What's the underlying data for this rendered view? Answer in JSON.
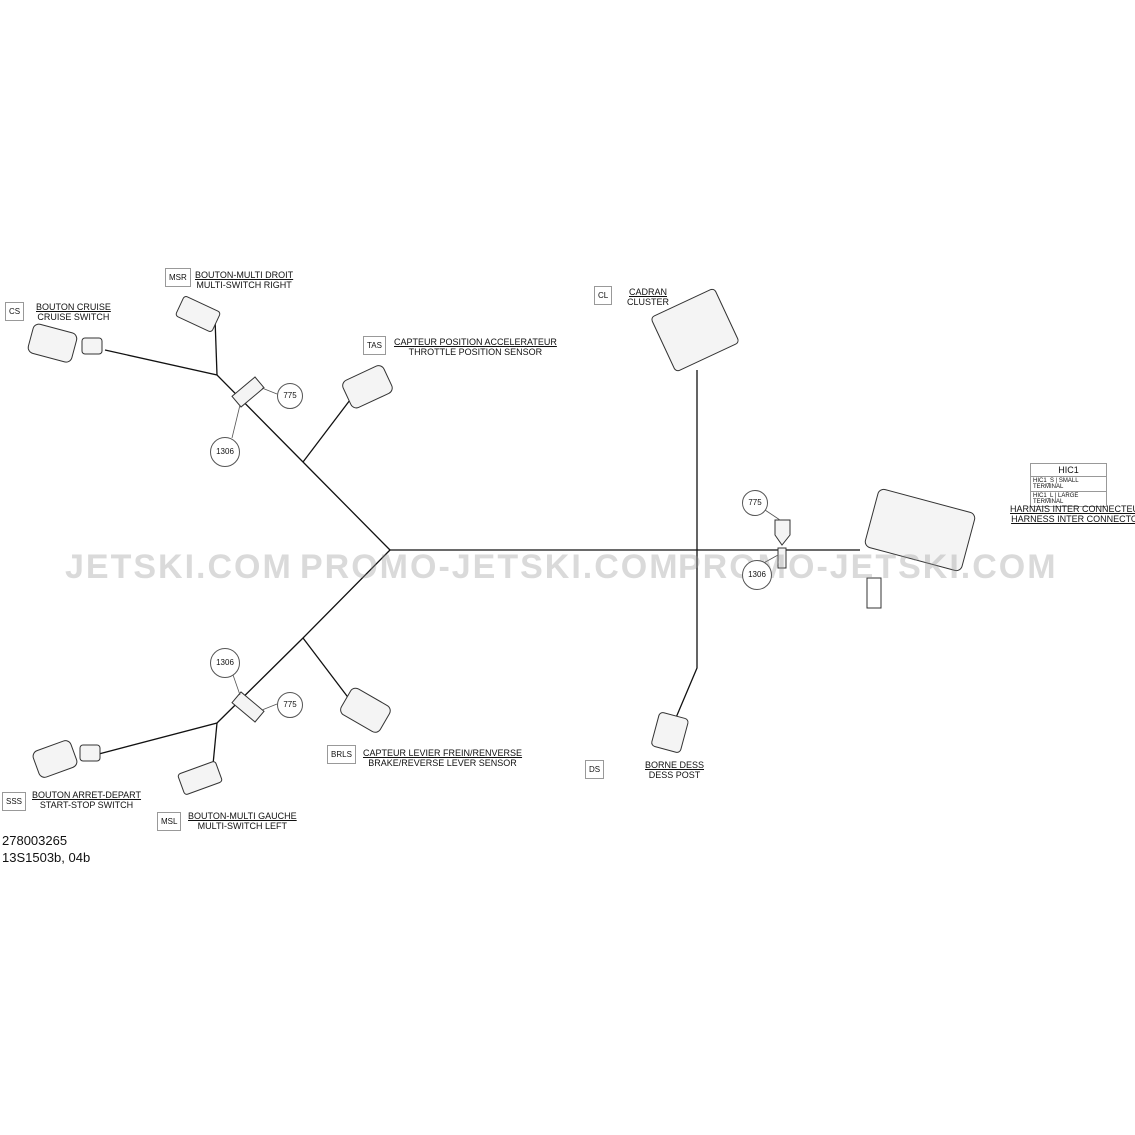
{
  "watermark": [
    "JETSKI.COM",
    "PROMO-JETSKI.COM",
    "PROMO-JETSKI.COM"
  ],
  "components": {
    "msr": {
      "code": "MSR",
      "fr": "BOUTON-MULTI DROIT",
      "en": "MULTI-SWITCH RIGHT"
    },
    "cs": {
      "code": "CS",
      "fr": "BOUTON CRUISE",
      "en": "CRUISE SWITCH"
    },
    "tas": {
      "code": "TAS",
      "fr": "CAPTEUR POSITION ACCELERATEUR",
      "en": "THROTTLE POSITION SENSOR"
    },
    "cl": {
      "code": "CL",
      "fr": "CADRAN",
      "en": "CLUSTER"
    },
    "hic": {
      "fr": "HARNAIS INTER CONNECTEUR",
      "en": "HARNESS INTER CONNECTOR",
      "table_title": "HIC1",
      "rows": [
        [
          "HIC1_S",
          "SMALL TERMINAL"
        ],
        [
          "HIC1_L",
          "LARGE TERMINAL"
        ]
      ]
    },
    "brls": {
      "code": "BRLS",
      "fr": "CAPTEUR LEVIER FREIN/RENVERSE",
      "en": "BRAKE/REVERSE LEVER SENSOR"
    },
    "ds": {
      "code": "DS",
      "fr": "BORNE DESS",
      "en": "DESS POST"
    },
    "sss": {
      "code": "SSS",
      "fr": "BOUTON ARRET-DEPART",
      "en": "START-STOP SWITCH"
    },
    "msl": {
      "code": "MSL",
      "fr": "BOUTON-MULTI GAUCHE",
      "en": "MULTI-SWITCH LEFT"
    }
  },
  "callouts": {
    "c775": "775",
    "c1306": "1306"
  },
  "reference": {
    "part": "278003265",
    "drawing": "13S1503b, 04b"
  }
}
